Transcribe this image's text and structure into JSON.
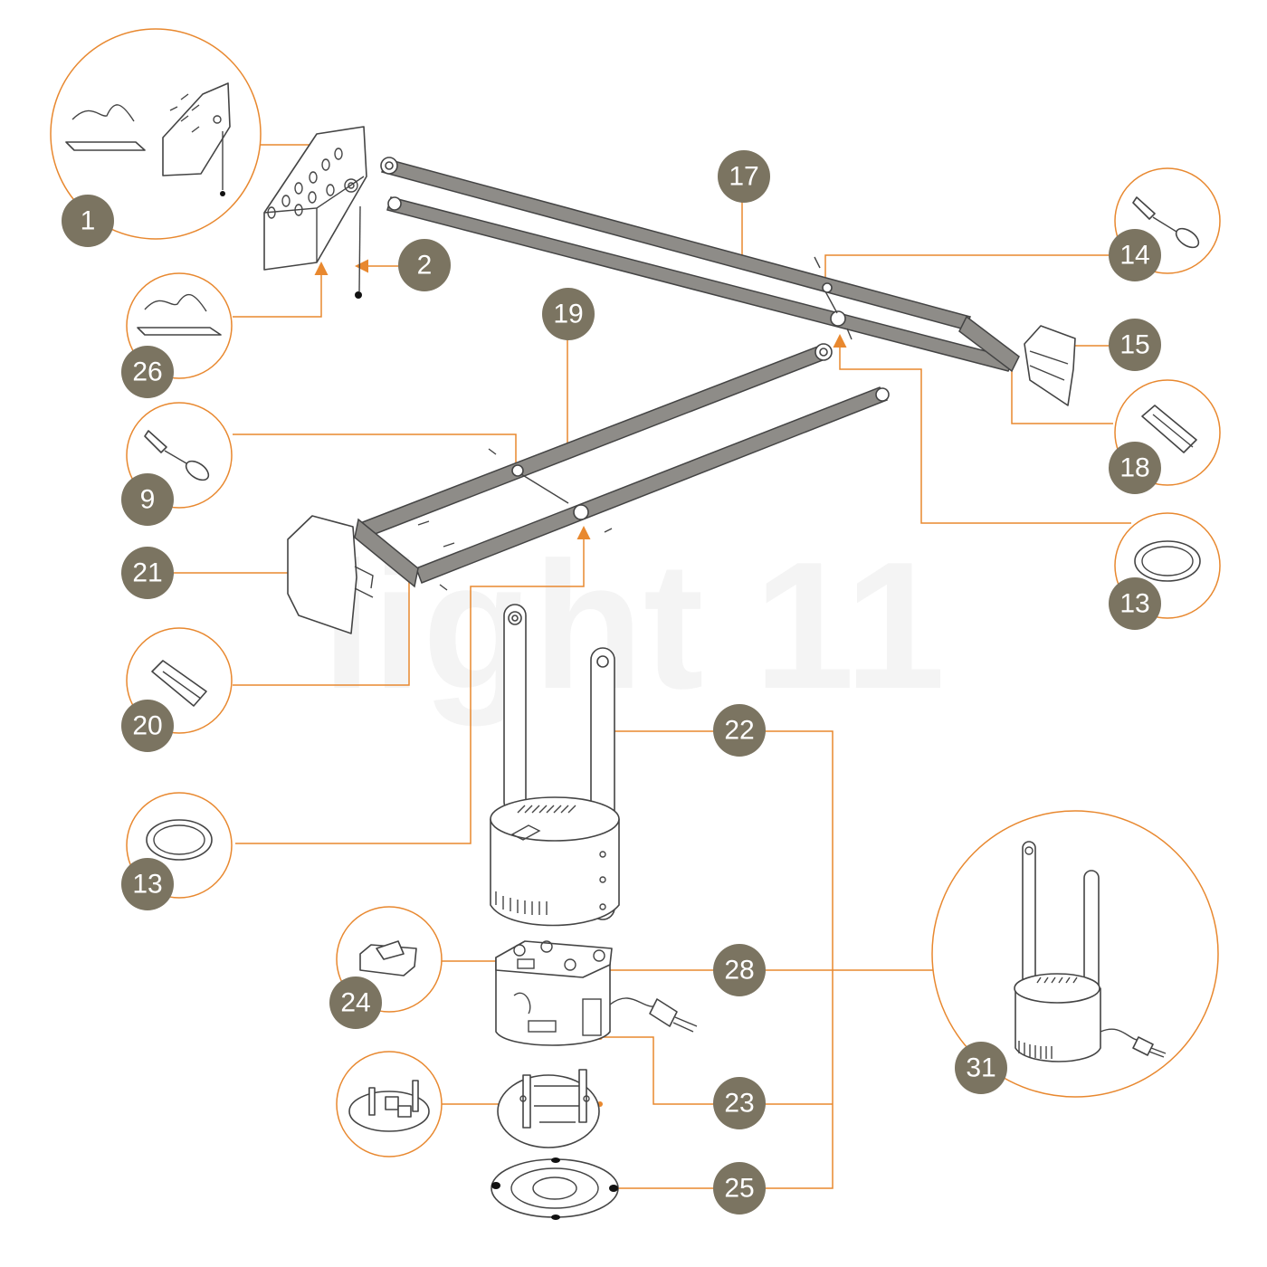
{
  "watermark": "light 11",
  "colors": {
    "accent": "#e8882f",
    "badge": "#7b7461",
    "bar": "#8e8c88",
    "outline": "#444444"
  },
  "labels": {
    "p1": "1",
    "p2": "2",
    "p26": "26",
    "p17": "17",
    "p14": "14",
    "p15": "15",
    "p18": "18",
    "p19": "19",
    "p9": "9",
    "p21": "21",
    "p13a": "13",
    "p20": "20",
    "p22": "22",
    "p13b": "13",
    "p28": "28",
    "p24": "24",
    "p23": "23",
    "p25": "25",
    "p31": "31"
  }
}
